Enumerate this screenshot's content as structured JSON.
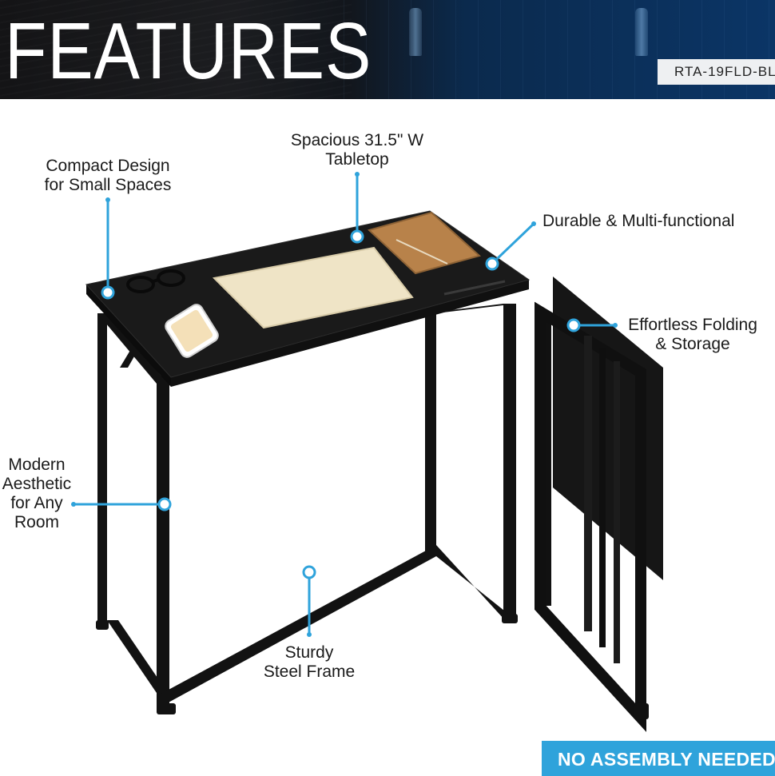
{
  "header": {
    "title": "FEATURES",
    "sku": "RTA-19FLD-BL"
  },
  "callouts": {
    "compact": "Compact Design\nfor Small Spaces",
    "tabletop": "Spacious 31.5\" W\nTabletop",
    "durable": "Durable & Multi-functional",
    "folding": "Effortless Folding\n& Storage",
    "modern": "Modern\nAesthetic\nfor Any\nRoom",
    "frame": "Sturdy\nSteel Frame"
  },
  "banner": {
    "text": "NO ASSEMBLY NEEDED"
  },
  "colors": {
    "accent": "#2fa3db",
    "header_dark": "#141416",
    "header_blue": "#0b3566",
    "desk_black": "#141414"
  }
}
